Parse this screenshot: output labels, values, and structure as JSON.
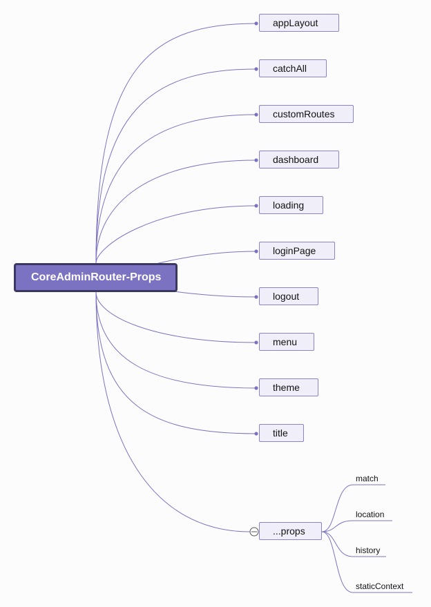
{
  "colors": {
    "link": "#7b73c2",
    "node_fill": "#f0eff9",
    "node_border": "#8b83c8",
    "root_fill": "#7b73c2",
    "root_border": "#3b3763"
  },
  "root": {
    "label": "CoreAdminRouter-Props"
  },
  "children": [
    {
      "label": "appLayout"
    },
    {
      "label": "catchAll"
    },
    {
      "label": "customRoutes"
    },
    {
      "label": "dashboard"
    },
    {
      "label": "loading"
    },
    {
      "label": "loginPage"
    },
    {
      "label": "logout"
    },
    {
      "label": "menu"
    },
    {
      "label": "theme"
    },
    {
      "label": "title"
    },
    {
      "label": "...props",
      "expanded": true,
      "children": [
        {
          "label": "match"
        },
        {
          "label": "location"
        },
        {
          "label": "history"
        },
        {
          "label": "staticContext"
        }
      ]
    }
  ]
}
